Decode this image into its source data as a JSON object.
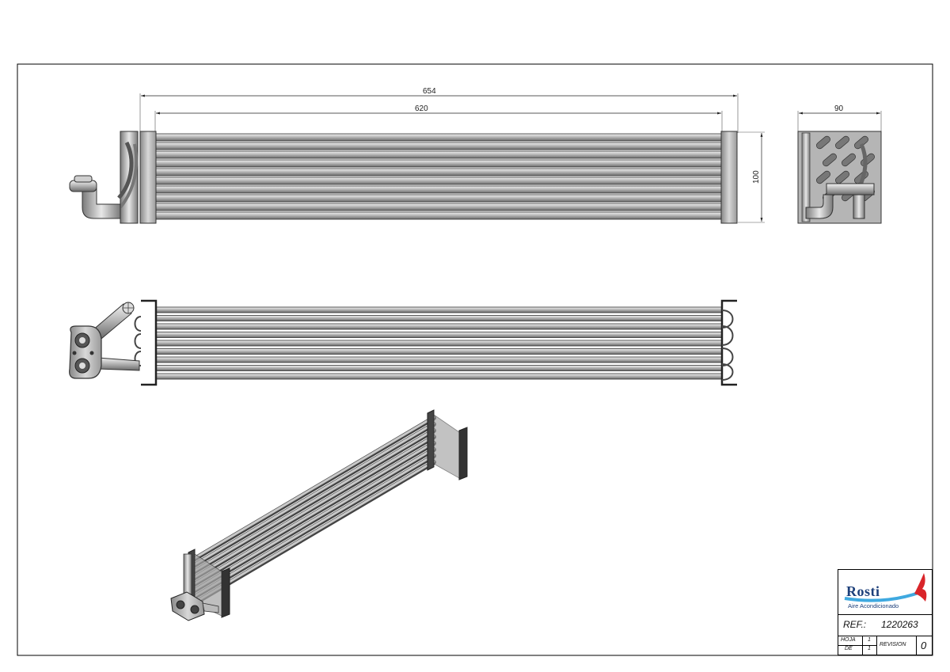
{
  "drawing": {
    "dimensions": {
      "overall_length": "654",
      "core_length": "620",
      "height": "100",
      "depth": "90"
    }
  },
  "title_block": {
    "company_name": "Rosti",
    "company_tagline": "Aire Acondicionado",
    "ref_label": "REF.:",
    "ref_value": "1220263",
    "sheet_label": "HOJA",
    "sheet_value": "1",
    "of_label": "DE",
    "of_value": "1",
    "revision_label": "REVISION",
    "revision_value": "0",
    "colors": {
      "logo_blue": "#1c3f7a",
      "logo_cyan": "#3fa9e0",
      "logo_red": "#d9252a"
    }
  }
}
